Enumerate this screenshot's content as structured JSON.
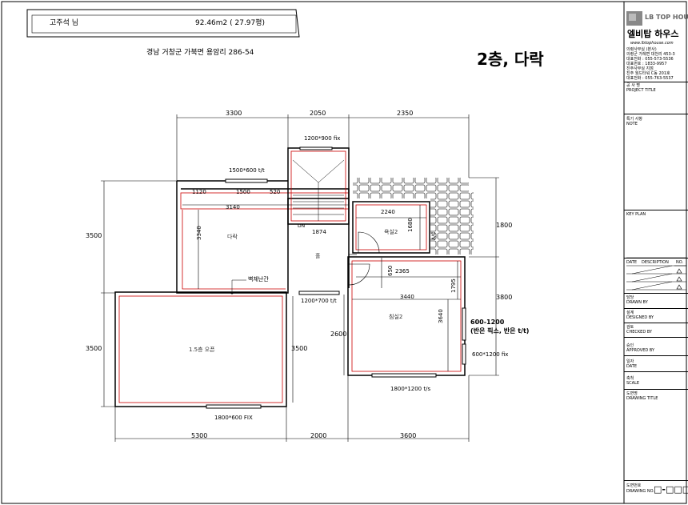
{
  "header": {
    "client": "고주석 님",
    "area": "92.46m2 ( 27.97평)",
    "address": "경남 거창군 가북면 용암리 286-54",
    "sheet_title": "2층, 다락"
  },
  "plan": {
    "dims_top": [
      "3300",
      "2050",
      "2350"
    ],
    "dims_bottom": [
      "5300",
      "2000",
      "3600"
    ],
    "dims_left": [
      "3500",
      "3500"
    ],
    "dims_right": [
      "1800",
      "3800"
    ],
    "inner_dims": [
      "1120",
      "1500",
      "520",
      "3140",
      "3340",
      "1874",
      "2240",
      "1680",
      "2365",
      "650",
      "3440",
      "1795",
      "3640",
      "2600",
      "3500"
    ],
    "rooms": [
      "다락",
      "홀",
      "욕실2",
      "침실2",
      "1.5층 오픈"
    ],
    "windows": [
      "1200*900 fix",
      "1500*600 t/t",
      "1200*700 t/t",
      "600-1200",
      "(반은 픽스, 반은 t/t)",
      "600*1200 fix",
      "1800*1200 t/s",
      "1800*600 FIX"
    ],
    "notes": [
      "벽체난간",
      "DN",
      "A/C"
    ]
  },
  "title_block": {
    "logo_text": "LB TOP HOUSE",
    "logo_sub": "엘비탑 하우스",
    "website": "www.lbtophouse.com",
    "contact_lines": [
      "의령사무실 (본사)",
      "의령군 가례면 대천리 453-3",
      "대표전화 : 055-573-5536",
      "대표번호 : 1833-9957",
      "진주사무실 지점",
      "진주 월드타워 C동 201호",
      "대표전화 : 055-763-5537"
    ],
    "project_title_ko": "공 사 명",
    "project_title_en": "PROJECT TITLE",
    "note_ko": "특기 사항",
    "note_en": "NOTE",
    "key_plan": "KEY PLAN",
    "rev_headers": [
      "DATE",
      "DESCRIPTION",
      "NO."
    ],
    "drawn_ko": "담당",
    "drawn_en": "DRAWN BY",
    "designed_ko": "설계",
    "designed_en": "DESIGNED BY",
    "checked_ko": "검토",
    "checked_en": "CHECKED BY",
    "approved_ko": "승인",
    "approved_en": "APPROVED BY",
    "date_ko": "일자",
    "date_en": "DATE",
    "scale_ko": "축척",
    "scale_en": "SCALE",
    "dtitle_ko": "도면명",
    "dtitle_en": "DRAWING TITLE",
    "dno_ko": "도면번호",
    "dno_en": "DRAWING NO.",
    "dno_value": "□-□□□"
  }
}
